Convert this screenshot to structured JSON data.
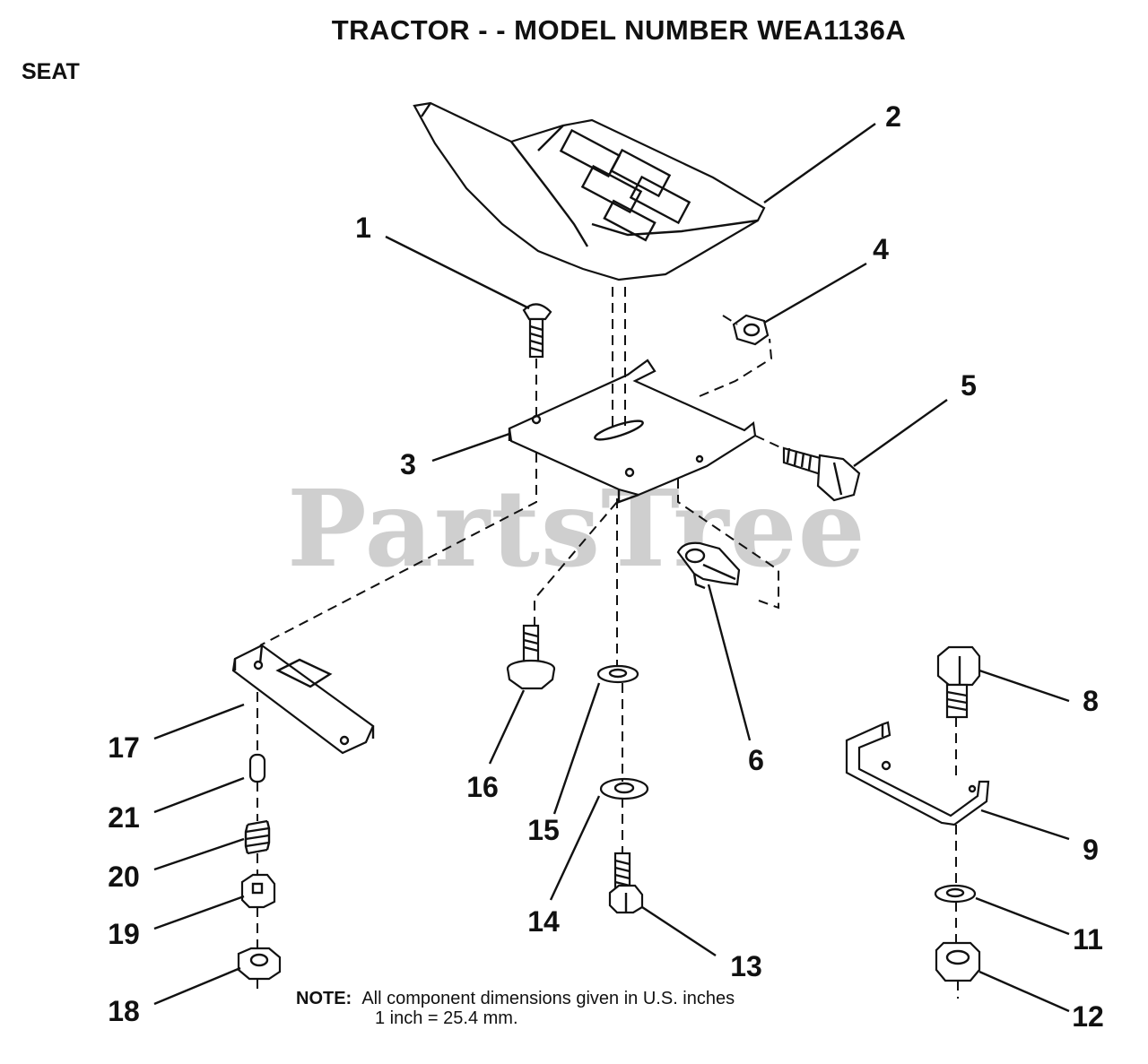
{
  "header": {
    "title": "TRACTOR - - MODEL NUMBER WEA1136A",
    "section": "SEAT"
  },
  "watermark": "PartsTree",
  "note": {
    "label": "NOTE:",
    "line1": "All component dimensions given in U.S. inches",
    "line2": "1 inch = 25.4 mm."
  },
  "callouts": {
    "c1": "1",
    "c2": "2",
    "c3": "3",
    "c4": "4",
    "c5": "5",
    "c6": "6",
    "c8": "8",
    "c9": "9",
    "c11": "11",
    "c12": "12",
    "c13": "13",
    "c14": "14",
    "c15": "15",
    "c16": "16",
    "c17": "17",
    "c18": "18",
    "c19": "19",
    "c20": "20",
    "c21": "21"
  }
}
